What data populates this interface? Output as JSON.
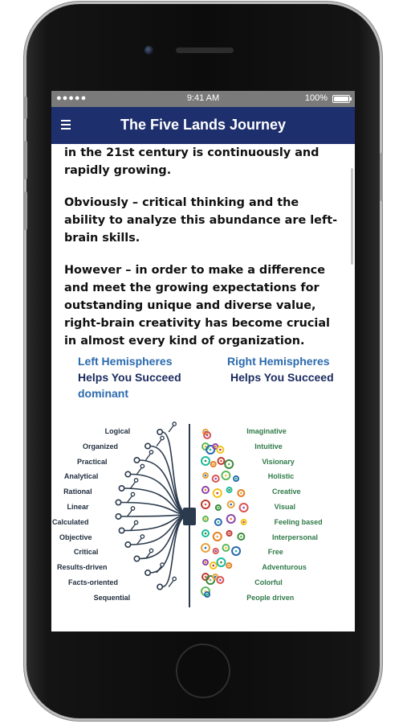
{
  "status_bar": {
    "signal": "●●●●●",
    "time": "9:41 AM",
    "battery": "100%",
    "battery_level": 1.0
  },
  "nav": {
    "title": "The Five Lands Journey",
    "menu_icon": "hamburger-icon"
  },
  "paragraphs": [
    "in the 21st century is continuously and rapidly growing.",
    "Obviously – critical thinking and the ability to analyze this abundance are left-brain skills.",
    "However – in order to make a difference and meet the growing expectations for outstanding unique and diverse value, right-brain creativity has become crucial in almost every kind of organization."
  ],
  "hemispheres": {
    "left": {
      "line1": "Left Hemispheres",
      "line2": "Helps You Succeed",
      "line3": "dominant"
    },
    "right": {
      "line1": "Right Hemispheres",
      "line2": "Helps You Succeed"
    }
  },
  "brain": {
    "left_traits": [
      "Logical",
      "Organized",
      "Practical",
      "Analytical",
      "Rational",
      "Linear",
      "Calculated",
      "Objective",
      "Critical",
      "Results-driven",
      "Facts-oriented",
      "Sequential"
    ],
    "right_traits": [
      "Imaginative",
      "Intuitive",
      "Visionary",
      "Holistic",
      "Creative",
      "Visual",
      "Feeling based",
      "Interpersonal",
      "Free",
      "Adventurous",
      "Colorful",
      "People driven"
    ],
    "colors": {
      "left_circuit": "#2b3a4d",
      "right_text": "#2f7a48",
      "accent_blue": "#2a6aae",
      "navy": "#1a2a5e",
      "nav_bg": "#1e2f6e"
    }
  }
}
